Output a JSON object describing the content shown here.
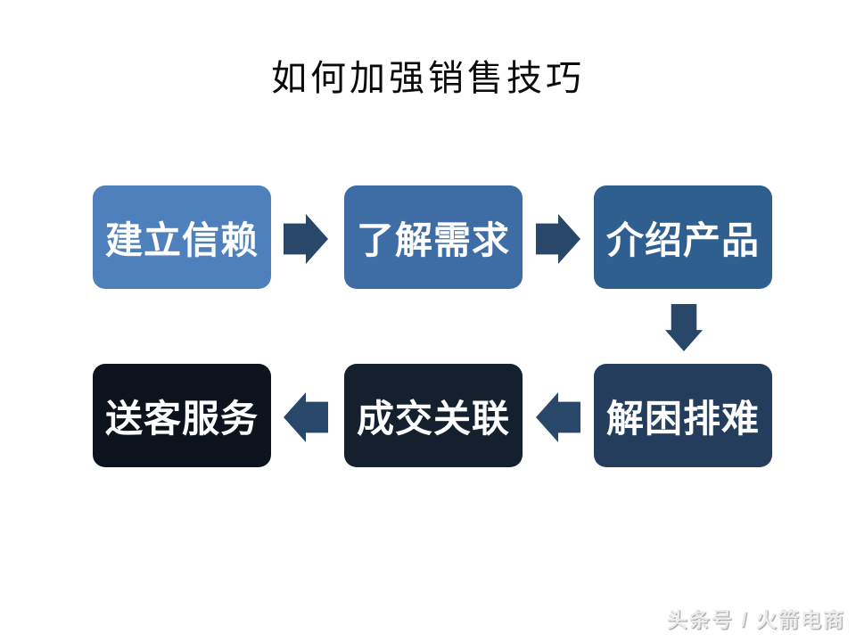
{
  "slide": {
    "title": "如何加强销售技巧",
    "watermark": "头条号 / 火箭电商",
    "background_color": "#ffffff",
    "title_color": "#0a0a0a"
  },
  "flow": {
    "type": "process-flow",
    "direction_sequence": [
      "right",
      "right",
      "down",
      "left",
      "left"
    ],
    "arrow_color": "#294769",
    "text_color": "#ffffff",
    "steps": [
      {
        "label": "建立信赖",
        "color": "#4E80BC"
      },
      {
        "label": "了解需求",
        "color": "#3E6DA5"
      },
      {
        "label": "介绍产品",
        "color": "#2F5F8F"
      },
      {
        "label": "解困排难",
        "color": "#243D5C"
      },
      {
        "label": "成交关联",
        "color": "#15202E"
      },
      {
        "label": "送客服务",
        "color": "#0D131C"
      }
    ]
  }
}
